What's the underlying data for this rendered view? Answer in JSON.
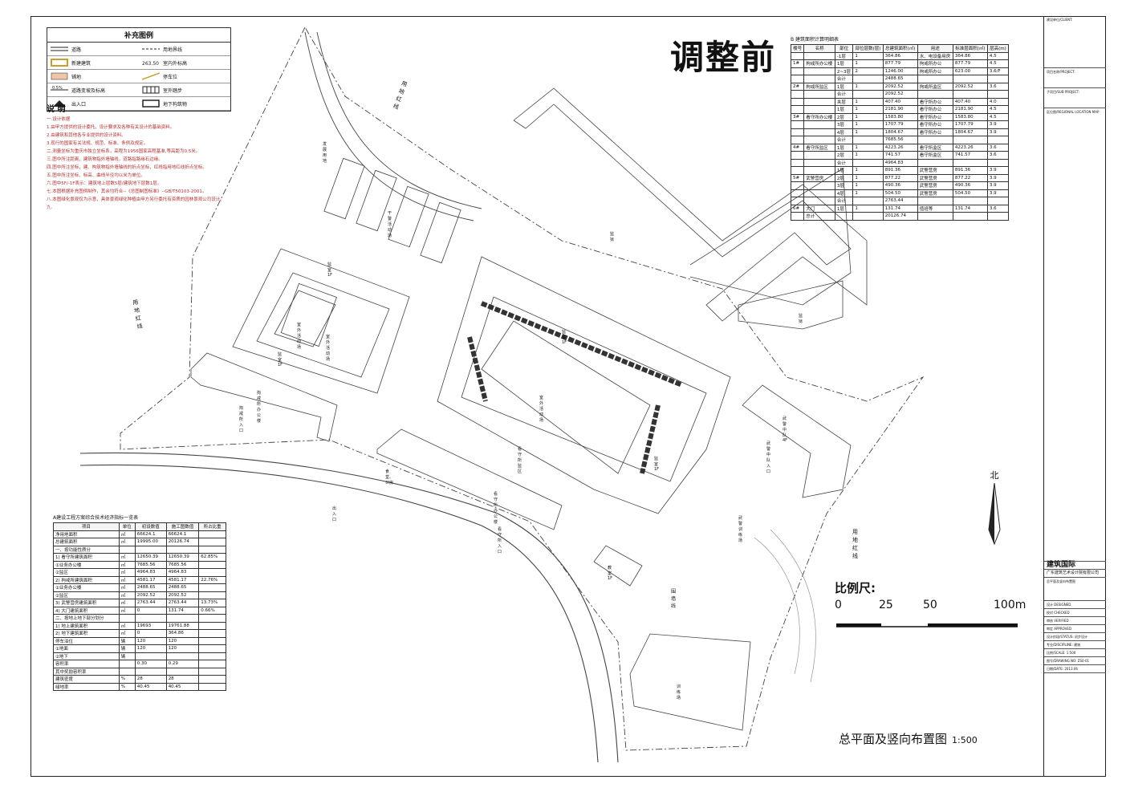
{
  "header": {
    "title": "调整前"
  },
  "legend": {
    "title": "补充图例",
    "items": [
      {
        "label": "道路"
      },
      {
        "label": "用地界线"
      },
      {
        "label": "新建建筑"
      },
      {
        "label": "室内外标高"
      },
      {
        "label": "铺地"
      },
      {
        "label": "停车位"
      },
      {
        "label": "道路变坡及标高"
      },
      {
        "label": "室外踏步"
      },
      {
        "label": "出入口"
      },
      {
        "label": "地下构筑物"
      }
    ]
  },
  "notes": {
    "title": "说 明",
    "lines": [
      "一.设计依据",
      "1.由甲方提供的设计委托，设计要求及各种有关设计的基础资料。",
      "2.由建筑和其他各专业提供的设计资料。",
      "3.现行的国家有关法规、规范、标准、条例及规定。",
      "二.测量坐标为重庆市独立坐标系，高程为1956国家高程基准,等高距为0.5米。",
      "三.图中所注距离，建筑物指外墙轴线，道路指路缘石边缘。",
      "四.图中所注坐标，建、构筑物指外墙轴线的折点坐标，红线指用地红线折点坐标。",
      "五.图中所注坐标、标高、曲线半径均以米为单位。",
      "六.图中5F/-1F表示：建筑地上层数5层/建筑地下层数1层。",
      "七.本图根据补充图例制作，其余均符合--《总图制图标准》--GB/T50103-2001。",
      "八.本图绿化景观仅为示意，具体景观绿化种植由甲方另行委托有资质的园林景观公司设计。",
      "九."
    ]
  },
  "table_b": {
    "caption": "B 建筑面积计算明细表",
    "headers": [
      "楼号",
      "名称",
      "部位",
      "部位层数(层)",
      "总建筑面积(㎡)",
      "用途",
      "标准层面积(㎡)",
      "层高(m)"
    ],
    "rows": [
      [
        "",
        "",
        "-1层",
        "1",
        "364.86",
        "水、电设备用房",
        "364.86",
        "4.5"
      ],
      [
        "1#",
        "拘戒所办公楼",
        "1层",
        "1",
        "877.79",
        "拘戒所办公",
        "877.79",
        "4.5"
      ],
      [
        "",
        "",
        "2~3层",
        "2",
        "1246.00",
        "拘戒所办公",
        "623.00",
        "3.6/F"
      ],
      [
        "",
        "",
        "合计",
        "",
        "2488.65",
        "",
        "",
        ""
      ],
      [
        "2#",
        "拘戒所监区",
        "1层",
        "1",
        "2092.52",
        "拘戒所监区",
        "2092.52",
        "3.6"
      ],
      [
        "",
        "",
        "合计",
        "",
        "2092.52",
        "",
        "",
        ""
      ],
      [
        "",
        "",
        "夹层",
        "1",
        "407.40",
        "看守所办公",
        "407.40",
        "4.0"
      ],
      [
        "",
        "",
        "1层",
        "1",
        "2181.90",
        "看守所办公",
        "2181.90",
        "4.5"
      ],
      [
        "3#",
        "看守所办公楼",
        "2层",
        "1",
        "1583.80",
        "看守所办公",
        "1583.80",
        "4.5"
      ],
      [
        "",
        "",
        "3层",
        "1",
        "1707.79",
        "看守所办公",
        "1707.79",
        "3.9"
      ],
      [
        "",
        "",
        "4层",
        "1",
        "1804.67",
        "看守所办公",
        "1804.67",
        "3.9"
      ],
      [
        "",
        "",
        "合计",
        "",
        "7685.56",
        "",
        "",
        ""
      ],
      [
        "4#",
        "看守所监区",
        "1层",
        "1",
        "4223.26",
        "看守所监区",
        "4223.26",
        "3.6"
      ],
      [
        "",
        "",
        "2层",
        "1",
        "741.57",
        "看守所监区",
        "741.57",
        "3.6"
      ],
      [
        "",
        "",
        "合计",
        "",
        "4964.83",
        "",
        "",
        ""
      ],
      [
        "",
        "",
        "1层",
        "1",
        "891.36",
        "武警营房",
        "891.36",
        "3.9"
      ],
      [
        "5#",
        "武警营房",
        "2层",
        "1",
        "877.22",
        "武警营房",
        "877.22",
        "3.9"
      ],
      [
        "",
        "",
        "3层",
        "1",
        "490.36",
        "武警营房",
        "490.36",
        "3.9"
      ],
      [
        "",
        "",
        "4层",
        "1",
        "504.50",
        "武警营房",
        "504.50",
        "3.9"
      ],
      [
        "",
        "",
        "合计",
        "",
        "2763.44",
        "",
        "",
        ""
      ],
      [
        "6#",
        "大门",
        "1层",
        "1",
        "131.74",
        "值班等",
        "131.74",
        "3.6"
      ],
      [
        "",
        "总计",
        "",
        "",
        "20126.74",
        "",
        "",
        ""
      ]
    ]
  },
  "table_a": {
    "caption": "A建设工程方案综合技术经济指标一览表",
    "headers": [
      "项目",
      "单位",
      "初设数值",
      "施工图数值",
      "所占比重"
    ],
    "rows": [
      [
        "净用地面积",
        "㎡",
        "66624.1",
        "66624.1",
        ""
      ],
      [
        "总建筑面积",
        "㎡",
        "19995.00",
        "20126.74",
        ""
      ],
      [
        "一、按功能性质分",
        "",
        "",
        "",
        ""
      ],
      [
        "1) 看守所建筑面积",
        "㎡",
        "12650.39",
        "12650.39",
        "62.85%"
      ],
      [
        "①业务办公楼",
        "㎡",
        "7685.56",
        "7685.56",
        ""
      ],
      [
        "②监区",
        "㎡",
        "4964.83",
        "4964.83",
        ""
      ],
      [
        "2) 拘戒所建筑面积",
        "㎡",
        "4581.17",
        "4581.17",
        "22.76%"
      ],
      [
        "①业务办公楼",
        "㎡",
        "2488.65",
        "2488.65",
        ""
      ],
      [
        "②监区",
        "㎡",
        "2092.52",
        "2092.52",
        ""
      ],
      [
        "3) 武警营房建筑面积",
        "㎡",
        "2763.44",
        "2763.44",
        "13.73%"
      ],
      [
        "4) 大门建筑面积",
        "㎡",
        "0",
        "131.74",
        "0.66%"
      ],
      [
        "二、按地上地下部分划分",
        "",
        "",
        "",
        ""
      ],
      [
        "1) 地上建筑面积",
        "㎡",
        "19693",
        "19761.88",
        ""
      ],
      [
        "2) 地下建筑面积",
        "㎡",
        "0",
        "364.86",
        ""
      ],
      [
        "停车泊位",
        "辆",
        "120",
        "120",
        ""
      ],
      [
        "①地面",
        "辆",
        "120",
        "120",
        ""
      ],
      [
        "②地下",
        "辆",
        "",
        "",
        ""
      ],
      [
        "容积率",
        "",
        "0.30",
        "0.29",
        ""
      ],
      [
        "其中奖励容积率",
        "",
        "",
        "",
        ""
      ],
      [
        "建筑密度",
        "%",
        "28",
        "28",
        ""
      ],
      [
        "绿地率",
        "%",
        "40.45",
        "40.45",
        ""
      ]
    ]
  },
  "map_labels": {
    "red_line_1": "用地红线",
    "red_line_2": "用地红线",
    "red_line_3": "用地红线",
    "dev_land": "发展用地",
    "police_1": "监狱",
    "police_2": "监狱",
    "outdoor_1": "室外活动场",
    "outdoor_2": "室外活动场",
    "outdoor_3": "室外活动场",
    "cadre": "干警活动场",
    "jail_1f": "监室 1F",
    "jail_1f_b": "监室 1F",
    "jail_1f_c": "监室 1F",
    "jail_1f_d": "监室 1F",
    "detention_office": "拘戒所办公楼",
    "detention_entry": "拘戒所入口",
    "jail_area": "看守所监区",
    "office_4f": "看守所办公楼",
    "entry": "出入口",
    "canteen": "食堂、伙房",
    "armed_police": "武警中队 4F",
    "armed_entry": "武警中队入口",
    "drill": "武警训练场",
    "training": "训练场",
    "wall": "围墙线",
    "classroom": "教室 1F",
    "visitor_entry": "看守所入口"
  },
  "scale": {
    "title": "比例尺:",
    "ticks": [
      "0",
      "25",
      "50",
      "100m"
    ]
  },
  "plan": {
    "title": "总平面及竖向布置图",
    "ratio": "1:500"
  },
  "north": "北",
  "title_block": {
    "company": "建筑国际",
    "company_full": "广东建筑艺术设计院有限公司",
    "rows": [
      "建设单位/CLIENT:",
      "项目名称/PROJECT:",
      "子项目/SUB PROJECT:",
      "区位图/REGIONAL LOCATION MAP",
      "总平面及竖向布置图",
      "设计 DESIGNED",
      "校对 CHECKED",
      "审核 VERIFIED",
      "审定 APPROVED",
      "设计阶段/STATUS: 初步设计",
      "专业/DISCIPLINE: 建筑",
      "比例/SCALE: 1:500",
      "图号/DRAWING NO: ZS0-01",
      "日期/DATE: 2013.06"
    ]
  }
}
